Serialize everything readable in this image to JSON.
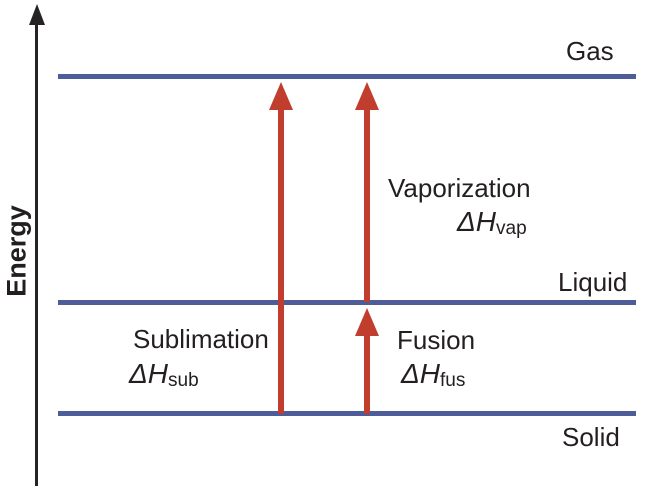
{
  "figure": {
    "axis": {
      "label": "Energy"
    },
    "levels": [
      {
        "id": "gas",
        "label": "Gas"
      },
      {
        "id": "liquid",
        "label": "Liquid"
      },
      {
        "id": "solid",
        "label": "Solid"
      }
    ],
    "transitions": [
      {
        "id": "sublimation",
        "label": "Sublimation",
        "enthalpy_symbol": "ΔH",
        "enthalpy_subscript": "sub",
        "from": "Solid",
        "to": "Gas"
      },
      {
        "id": "vaporization",
        "label": "Vaporization",
        "enthalpy_symbol": "ΔH",
        "enthalpy_subscript": "vap",
        "from": "Liquid",
        "to": "Gas"
      },
      {
        "id": "fusion",
        "label": "Fusion",
        "enthalpy_symbol": "ΔH",
        "enthalpy_subscript": "fus",
        "from": "Solid",
        "to": "Liquid"
      }
    ],
    "colors": {
      "level_line": "#4e5c9a",
      "arrow": "#c13e2e",
      "axis": "#262324",
      "text": "#231f20",
      "background": "#ffffff"
    }
  }
}
